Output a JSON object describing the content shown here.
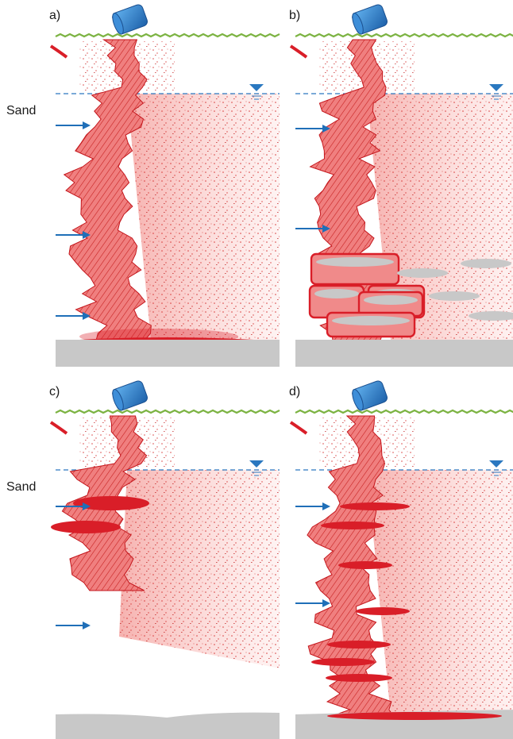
{
  "panels": [
    {
      "id": "a",
      "label": "a)",
      "side_label": "Sand",
      "variant": "residual"
    },
    {
      "id": "b",
      "label": "b)",
      "side_label": "",
      "variant": "fractured"
    },
    {
      "id": "c",
      "label": "c)",
      "side_label": "Sand",
      "variant": "lenses"
    },
    {
      "id": "d",
      "label": "d)",
      "side_label": "",
      "variant": "layers"
    }
  ],
  "colors": {
    "plume_fill": "#f08a8a",
    "plume_dark": "#d91e28",
    "plume_outline": "#c4161c",
    "dissolved_halo": "#fbd3d1",
    "speckle": "#d42a2a",
    "water_table": "#2a78c0",
    "flow_arrow": "#1f6fb8",
    "grass": "#7cb342",
    "drum": "#2f7fd0",
    "clay": "#c8c8c8"
  },
  "icons": [
    "leaking-drum-icon",
    "water-table-symbol-icon",
    "groundwater-flow-arrow-icon"
  ]
}
